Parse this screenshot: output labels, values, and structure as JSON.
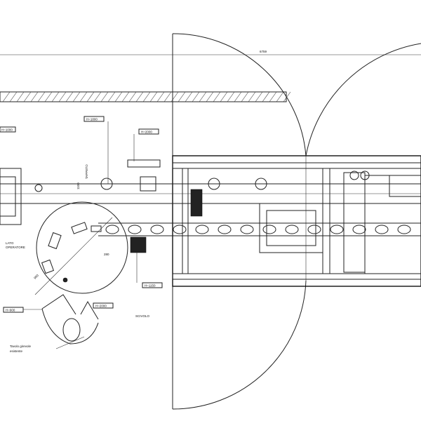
{
  "dimensions": {
    "overall_width": "6759",
    "tag_1800": "H=1800",
    "tag_2000": "H=2000",
    "tag_1150": "H=1150",
    "tag_2000_lower": "H=2000",
    "tag_900": "H=900",
    "tag_1000": "H=1000",
    "radius_950": "950",
    "dim_280": "280",
    "dim_1100": "1100"
  },
  "labels": {
    "operator_side": [
      "LATO",
      "OPERATORE"
    ],
    "scivolo": "SCIVOLO",
    "tappeto": "TAPPETO",
    "table_caption": [
      "Tavolo girevole",
      "esistente"
    ]
  },
  "colors": {
    "line": "#222222",
    "background": "#ffffff"
  }
}
